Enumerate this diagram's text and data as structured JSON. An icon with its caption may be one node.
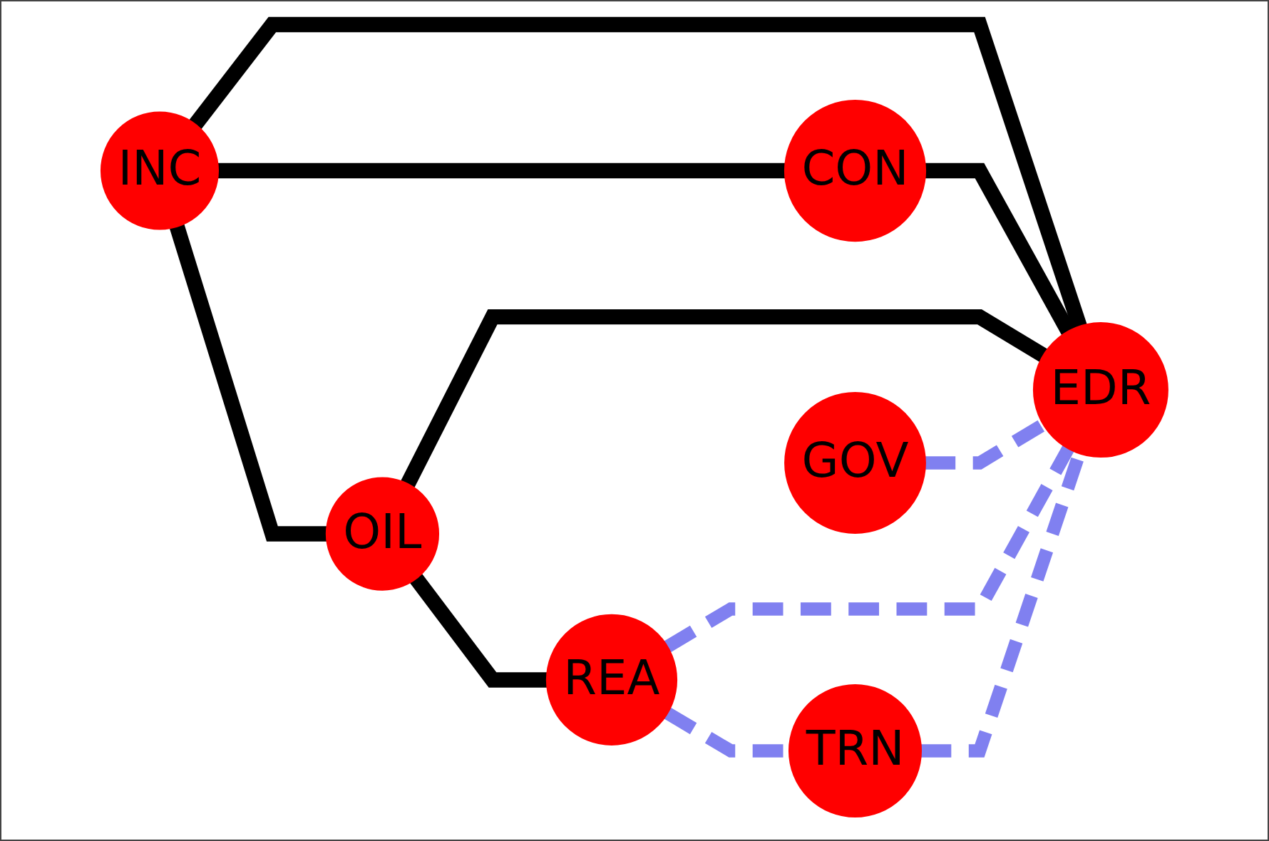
{
  "diagram": {
    "nodes": [
      {
        "text": [
          "INC"
        ]
      },
      {
        "text": [
          "CON"
        ]
      },
      {
        "text": [
          "OIL"
        ]
      },
      {
        "text": [
          "EDR"
        ]
      },
      {
        "text": [
          "GOV"
        ]
      },
      {
        "text": [
          "TRN"
        ]
      },
      {
        "text": [
          "REA"
        ]
      }
    ],
    "edges": [
      {
        "from": 0,
        "to": 1,
        "arrow": "none"
      },
      {
        "from": 0,
        "to": 2,
        "arrow": "none"
      },
      {
        "from": 0,
        "to": 3,
        "arrow": "none"
      },
      {
        "from": 1,
        "to": 3,
        "arrow": "none"
      },
      {
        "from": 2,
        "to": 3,
        "arrow": "none"
      },
      {
        "from": 2,
        "to": 6,
        "arrow": "none"
      },
      {
        "from": 4,
        "to": 3,
        "arrow": "none",
        "style": "dashed",
        "color": "#8080f0"
      },
      {
        "from": 6,
        "to": 3,
        "arrow": "none",
        "style": "dashed",
        "color": "#8080f0"
      },
      {
        "from": 5,
        "to": 3,
        "arrow": "none",
        "style": "dashed",
        "color": "#8080f0"
      },
      {
        "from": 6,
        "to": 5,
        "arrow": "none",
        "style": "dashed",
        "color": "#8080f0"
      }
    ]
  }
}
